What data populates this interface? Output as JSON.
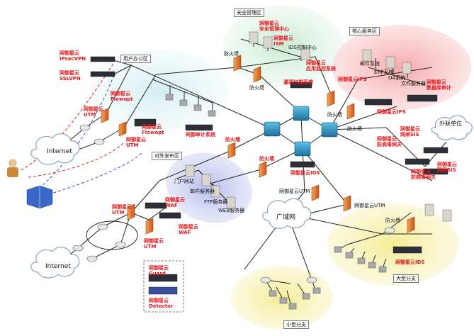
{
  "zones": {
    "user_office": "用户办公区",
    "security_mgmt": "安全管理区",
    "core_service": "核心服务区",
    "public_release": "对外发布区",
    "large_branch": "大型分支",
    "small_branch": "小型分支",
    "external_unit": "外联单位"
  },
  "clouds": {
    "internet_top": "Internet",
    "internet_bottom": "Internet",
    "wan": "广域网"
  },
  "labels": {
    "ipsecvpn": "网御星云\nIPsecVPN",
    "sslvpn": "网御星云\nSSLVPN",
    "utm_office1": "网御星云\nUTM",
    "flowopt1": "网御星云\nFlowopt",
    "flowopt2": "网御星云\nFlowopt",
    "utm_office2": "网御星云\nUTM",
    "audit_sys": "网御审计系统",
    "sec_center": "网御星云\n安全管理中心",
    "ism": "网御星云\nISM",
    "ids_center": "IDS控制中心",
    "app_monitor": "网御星云\n应用监控系统",
    "fw_office": "防火墙",
    "fw_sec": "防火墙",
    "vuln_scan": "漏洞扫描系统",
    "ips1": "网御星云IPS",
    "fw_core1": "防火墙",
    "fw_core2": "防火墙",
    "ips2": "网御星云IPS",
    "mail_core": "邮件系统",
    "erp": "ERP系统",
    "oa": "OA系统",
    "file_srv": "文件服务器",
    "db_audit": "网御星云\n数据库审计",
    "gis1": "网御星云\n网闸SIS",
    "av_gw1": "网御星云\n防病毒网关",
    "gis2": "网御星云\n网闸SIS",
    "av_gw2": "网御星云\n防病毒网关",
    "fw_pub": "防火墙",
    "fw_mid": "防火墙",
    "ids_mid": "网御星云IDS",
    "portal": "门户网站",
    "mail_pub": "邮件服务器",
    "ftp": "FTP服务器",
    "web": "WEB服务器",
    "utm_wan1": "网御星云UTM",
    "utm_wan2": "网御星云UTM",
    "utm_pub1": "网御星云\nUTM",
    "waf1": "网御星云\nWAF",
    "waf2": "网御星云\nWAF",
    "utm_pub2": "网御星云\nUTM",
    "guard": "网御星云\nGuard",
    "detector": "网御星云\nDetector",
    "fw_branch": "防火墙",
    "ids_branch": "网御星云IDS"
  },
  "colors": {
    "green_zone": "#d9f0df",
    "pink_zone": "#f9c6c8",
    "blue_zone": "#c9ceef",
    "yellow_zone": "#f6f2b8",
    "office_zone": "#e0f1f4",
    "firewall": "#e87a2a",
    "device": "#2d2f38",
    "red_label": "#e8161b"
  }
}
